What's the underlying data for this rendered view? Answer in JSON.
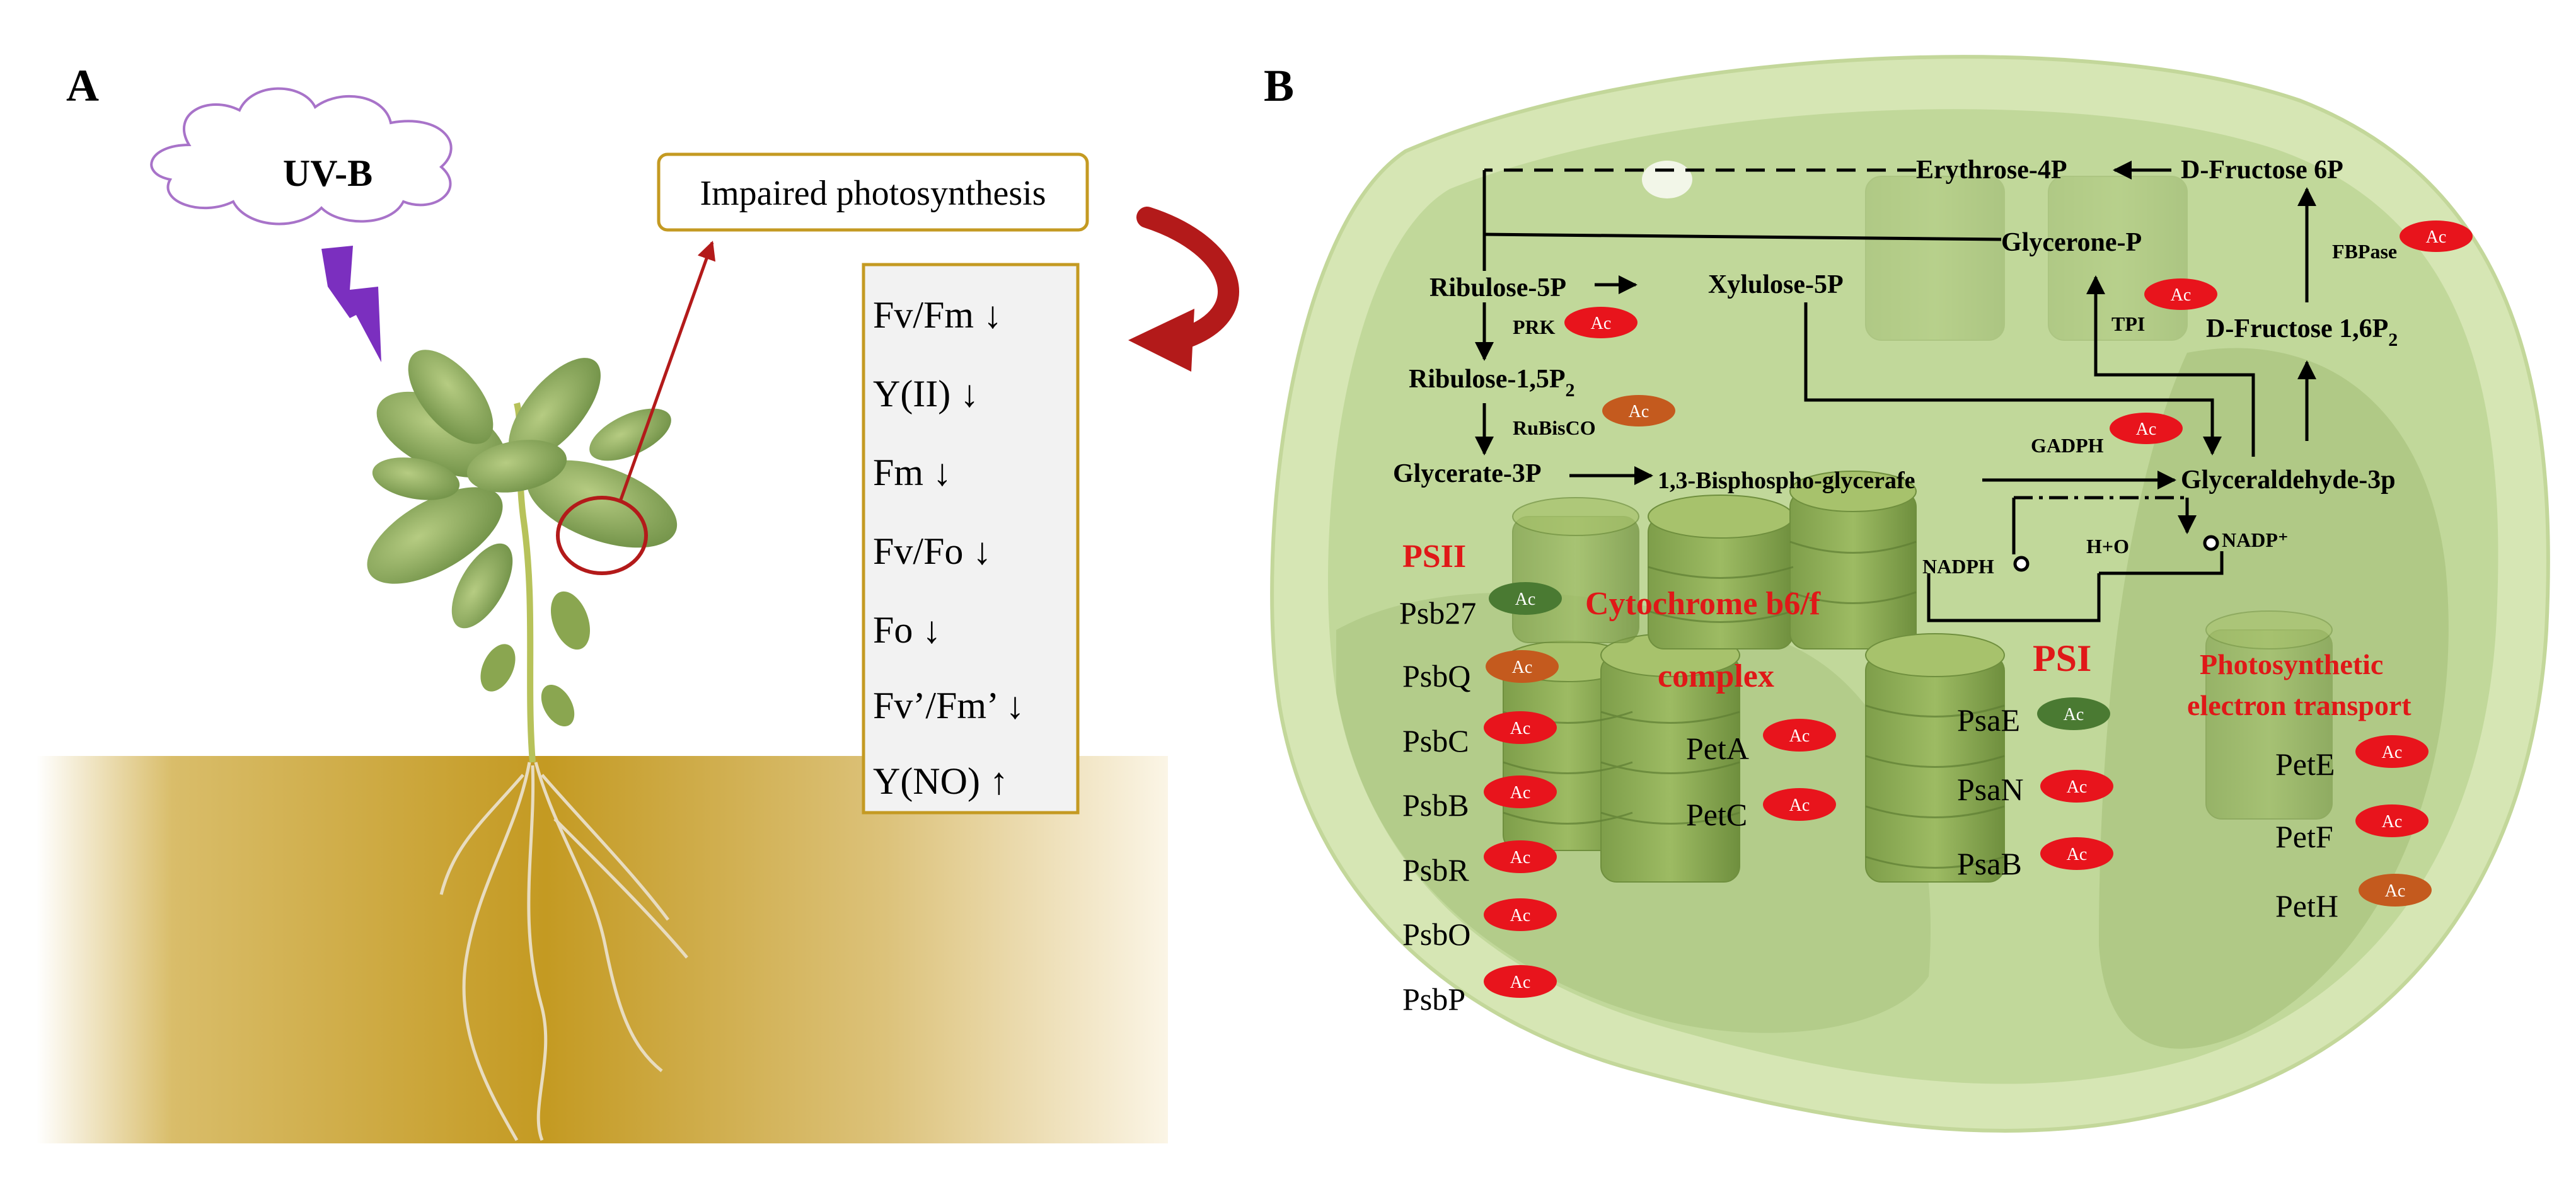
{
  "panel_a": {
    "label": "A",
    "cloud_label": "UV-B",
    "callout_title": "Impaired photosynthesis",
    "params": [
      "Fv/Fm ↓",
      "Y(II) ↓",
      "Fm ↓",
      "Fv/Fo ↓",
      "Fo ↓",
      "Fv’/Fm’ ↓",
      "Y(NO) ↑"
    ]
  },
  "panel_b": {
    "label": "B",
    "ac_label": "Ac",
    "metabolites": {
      "erythrose_4p": "Erythrose-4P",
      "d_fructose_6p": "D-Fructose 6P",
      "glycerone_p": "Glycerone-P",
      "ribulose_5p": "Ribulose-5P",
      "xylulose_5p": "Xylulose-5P",
      "ribulose_15p2": "Ribulose-1,5P",
      "subscript_2": "2",
      "d_fructose_16p2": "D-Fructose 1,6P",
      "glycerate_3p": "Glycerate-3P",
      "bisphospho": "1,3-Bisphospho-glycerafe",
      "glyceraldehyde_3p": "Glyceraldehyde-3p",
      "nadph": "NADPH",
      "h2o": "H+O",
      "nadp": "NADP⁺"
    },
    "enzymes": {
      "prk": "PRK",
      "rubisco": "RuBisCO",
      "fbpase": "FBPase",
      "tpi": "TPI",
      "gadph": "GADPH"
    },
    "complex_titles": {
      "psii": "PSII",
      "cytb6f_line1": "Cytochrome b6/f",
      "cytb6f_line2": "complex",
      "psi": "PSI",
      "pet_line1": "Photosynthetic",
      "pet_line2": "electron transport"
    },
    "proteins": {
      "psii": [
        "Psb27",
        "PsbQ",
        "PsbC",
        "PsbB",
        "PsbR",
        "PsbO",
        "PsbP"
      ],
      "cytb6f": [
        "PetA",
        "PetC"
      ],
      "psi": [
        "PsaE",
        "PsaN",
        "PsaB"
      ],
      "pet": [
        "PetE",
        "PetF",
        "PetH"
      ]
    }
  },
  "colors": {
    "ac_red": "#e8141c",
    "ac_orange": "#c45a1e",
    "ac_green": "#4a7a32",
    "arrow_red": "#b31a1a",
    "label_red": "#e01818",
    "bolt_purple": "#7b2fbf",
    "soil_gold": "#c49a22"
  }
}
